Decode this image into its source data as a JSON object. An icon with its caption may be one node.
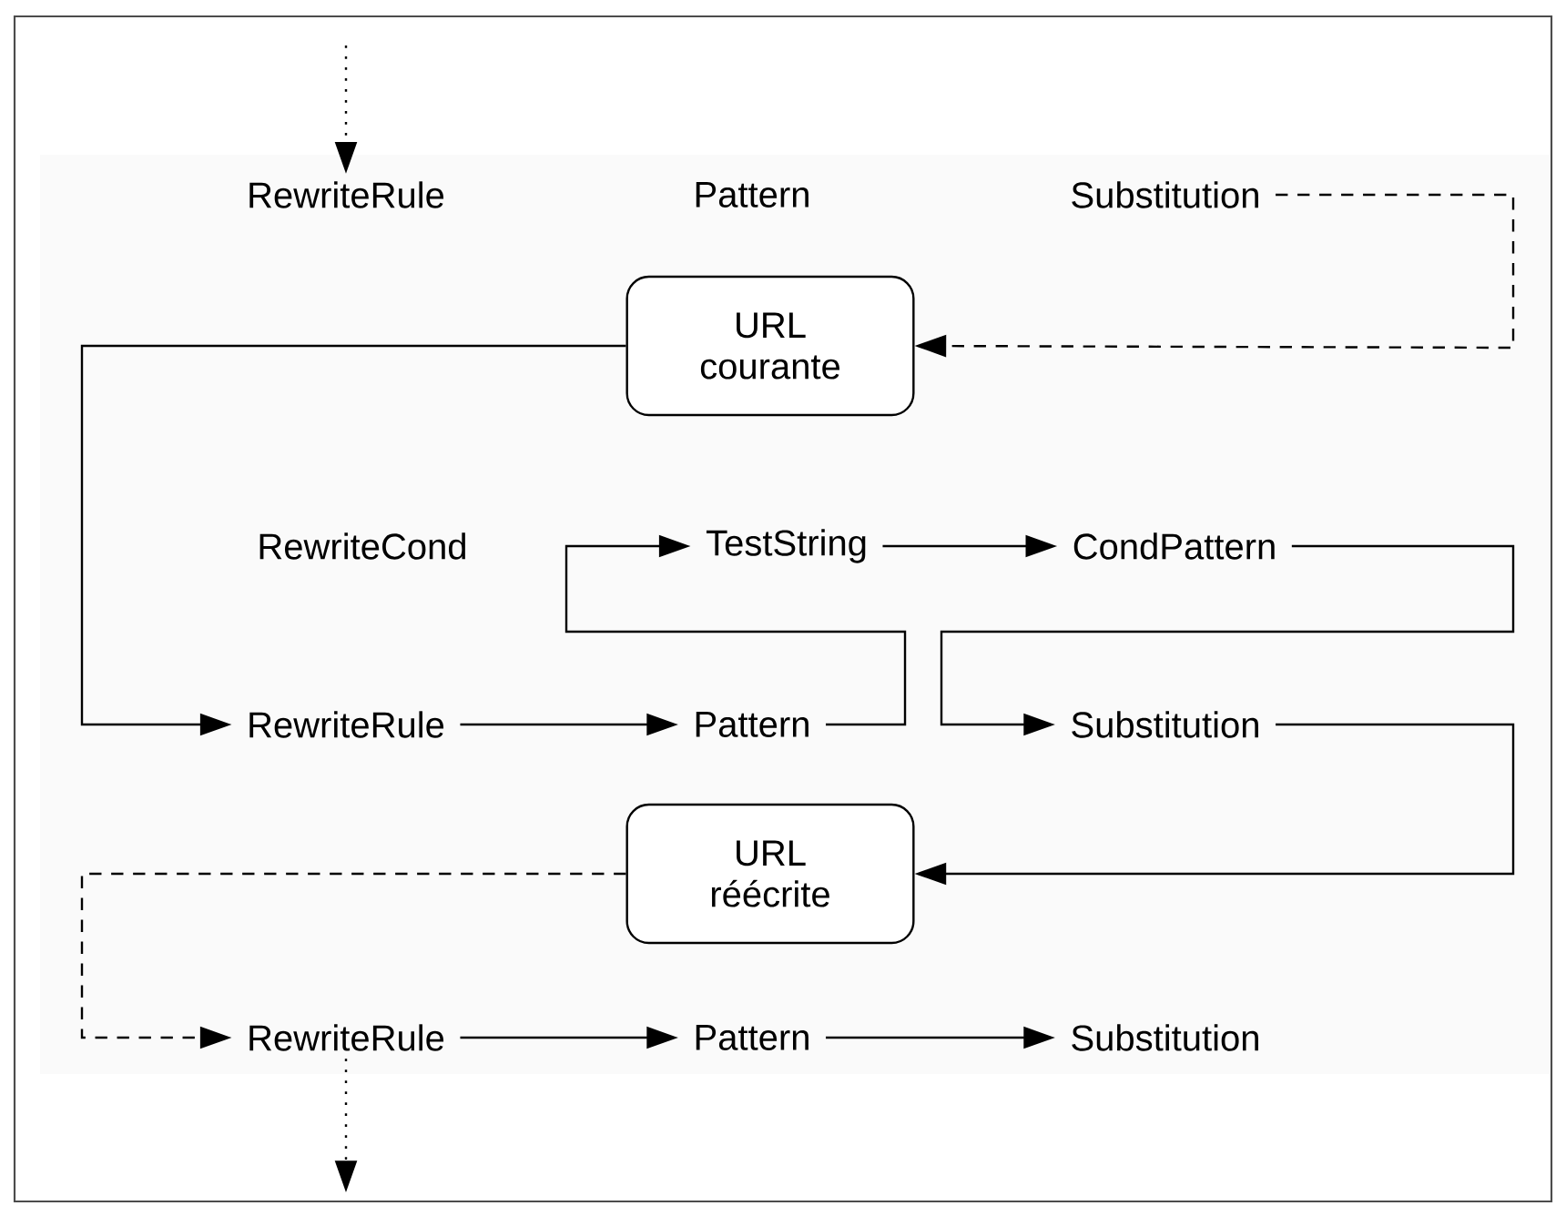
{
  "diagram": {
    "nodes": [
      {
        "text": [
          "RewriteRule"
        ]
      },
      {
        "text": [
          "Pattern"
        ]
      },
      {
        "text": [
          "Substitution"
        ]
      },
      {
        "text": [
          "URL courante"
        ]
      },
      {
        "text": [
          "RewriteCond"
        ]
      },
      {
        "text": [
          "TestString"
        ]
      },
      {
        "text": [
          "CondPattern"
        ]
      },
      {
        "text": [
          "RewriteRule"
        ]
      },
      {
        "text": [
          "Pattern"
        ]
      },
      {
        "text": [
          "Substitution"
        ]
      },
      {
        "text": [
          "URL réécrite"
        ]
      },
      {
        "text": [
          "RewriteRule"
        ]
      },
      {
        "text": [
          "Pattern"
        ]
      },
      {
        "text": [
          "Substitution"
        ]
      }
    ],
    "edges": [
      {
        "from": null,
        "to": 0,
        "arrow": "to",
        "style": "dashed"
      },
      {
        "from": 2,
        "to": 3,
        "arrow": "to",
        "style": "dashed"
      },
      {
        "from": 3,
        "to": 7,
        "arrow": "to"
      },
      {
        "from": 7,
        "to": 8,
        "arrow": "to"
      },
      {
        "from": 8,
        "to": 5,
        "arrow": "to"
      },
      {
        "from": 5,
        "to": 6,
        "arrow": "to"
      },
      {
        "from": 6,
        "to": 9,
        "arrow": "to"
      },
      {
        "from": 9,
        "to": 10,
        "arrow": "to"
      },
      {
        "from": 10,
        "to": 11,
        "arrow": "to",
        "style": "dashed"
      },
      {
        "from": 11,
        "to": 12,
        "arrow": "to"
      },
      {
        "from": 12,
        "to": 13,
        "arrow": "to"
      },
      {
        "from": 11,
        "to": null,
        "arrow": "to",
        "style": "dashed"
      }
    ]
  }
}
